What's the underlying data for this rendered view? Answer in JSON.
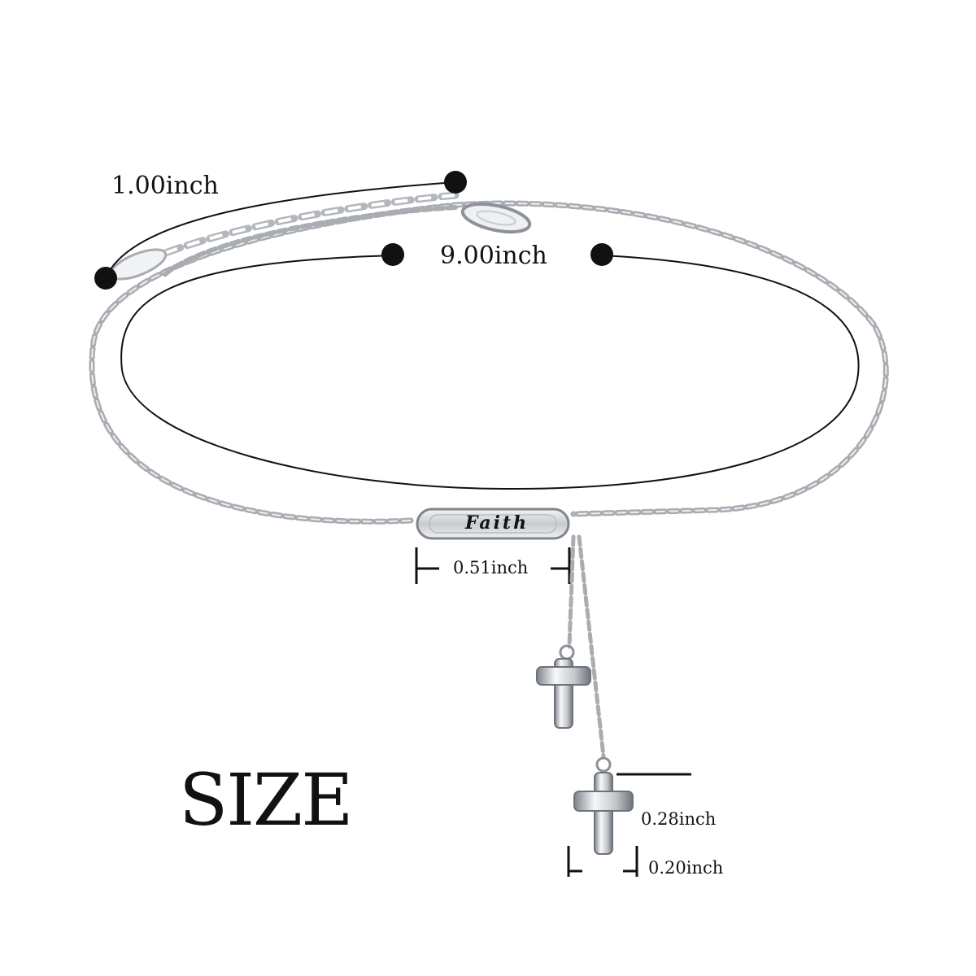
{
  "figure": {
    "engraving": "Faith",
    "heading": "SIZE",
    "dimensions": {
      "extender": "1.00inch",
      "length": "9.00inch",
      "bar_width": "0.51inch",
      "cross_height": "0.28inch",
      "cross_width": "0.20inch"
    }
  },
  "colors": {
    "ink": "#111111",
    "silver": "#a9adb2",
    "silver_light": "#e4e6e9",
    "background": "#ffffff"
  }
}
